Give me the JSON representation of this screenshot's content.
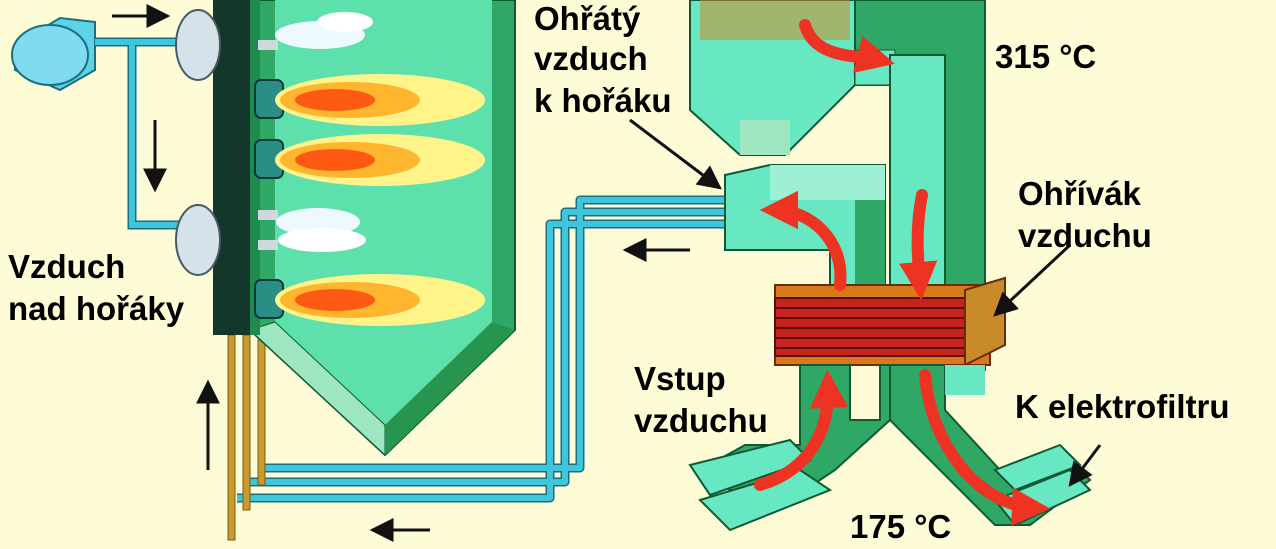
{
  "labels": {
    "heated_air_line1": "Ohřátý",
    "heated_air_line2": "vzduch",
    "heated_air_line3": "k hořáku",
    "temp_top": "315 °C",
    "air_heater_line1": "Ohřívák",
    "air_heater_line2": "vzduchu",
    "overfire_air_line1": "Vzduch",
    "overfire_air_line2": "nad hořáky",
    "air_inlet_line1": "Vstup",
    "air_inlet_line2": "vzduchu",
    "to_esp": "K elektrofiltru",
    "temp_bottom": "175 °C"
  },
  "colors": {
    "background": "#fefcd6",
    "furnace_interior": "#5de0ac",
    "duct_face": "#68e8c2",
    "duct_dark": "#2fa866",
    "burner_wall": "#14372b",
    "air_pipe": "#3fc6dc",
    "fan": "#5ed2e6",
    "flame_outer": "#fff48a",
    "flame_mid": "#ffb52e",
    "flame_core": "#ff5a14",
    "heater_core": "#c7231e",
    "heater_casing": "#d97a1a",
    "flow_arrow": "#ee3322",
    "gas_pipe": "#c99a2e"
  }
}
